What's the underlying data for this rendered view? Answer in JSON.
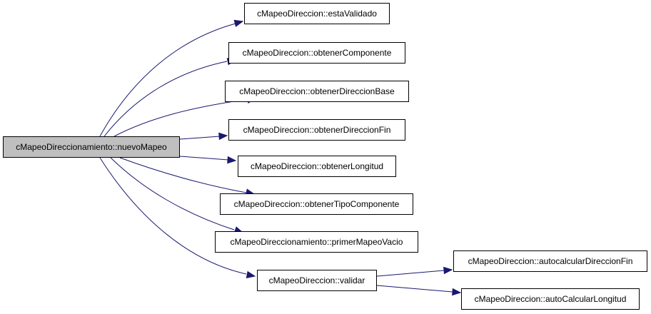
{
  "root": {
    "label": "cMapeoDireccionamiento::nuevoMapeo",
    "fill": "#bfbfbf"
  },
  "nodes": {
    "esta_validado": "cMapeoDireccion::estaValidado",
    "obtener_componente": "cMapeoDireccion::obtenerComponente",
    "obtener_direccion_base": "cMapeoDireccion::obtenerDireccionBase",
    "obtener_direccion_fin": "cMapeoDireccion::obtenerDireccionFin",
    "obtener_longitud": "cMapeoDireccion::obtenerLongitud",
    "obtener_tipo_componente": "cMapeoDireccion::obtenerTipoComponente",
    "primer_mapeo_vacio": "cMapeoDireccionamiento::primerMapeoVacio",
    "validar": "cMapeoDireccion::validar",
    "autocalcular_direccion_fin": "cMapeoDireccion::autocalcularDireccionFin",
    "auto_calcular_longitud": "cMapeoDireccion::autoCalcularLongitud"
  },
  "edge_color": "#191970"
}
